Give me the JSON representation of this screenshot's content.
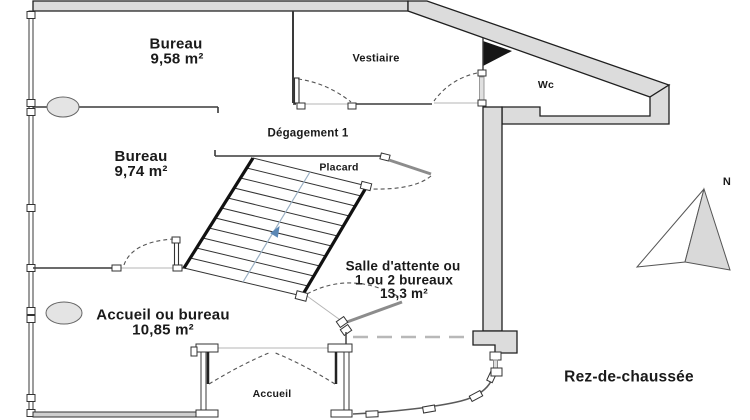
{
  "plan": {
    "floor_label": "Rez-de-chaussée",
    "compass_north": "N",
    "rooms": {
      "bureau_top": {
        "name": "Bureau",
        "area": "9,58 m²"
      },
      "bureau_mid": {
        "name": "Bureau",
        "area": "9,74 m²"
      },
      "vestiaire": {
        "name": "Vestiaire"
      },
      "wc": {
        "name": "Wc"
      },
      "degagement": {
        "name": "Dégagement 1"
      },
      "placard": {
        "name": "Placard"
      },
      "salle_attente": {
        "name_line1": "Salle d'attente ou",
        "name_line2": "1 ou 2 bureaux",
        "area": "13,3 m²"
      },
      "accueil_bureau": {
        "name": "Accueil ou bureau",
        "area": "10,85 m²"
      },
      "accueil": {
        "name": "Accueil"
      }
    },
    "colors": {
      "wall_fill": "#dcdcdc",
      "wall_outline": "#1f1f1f",
      "floor_label": "#c62828",
      "stair_arrow": "#5b87b5"
    }
  }
}
